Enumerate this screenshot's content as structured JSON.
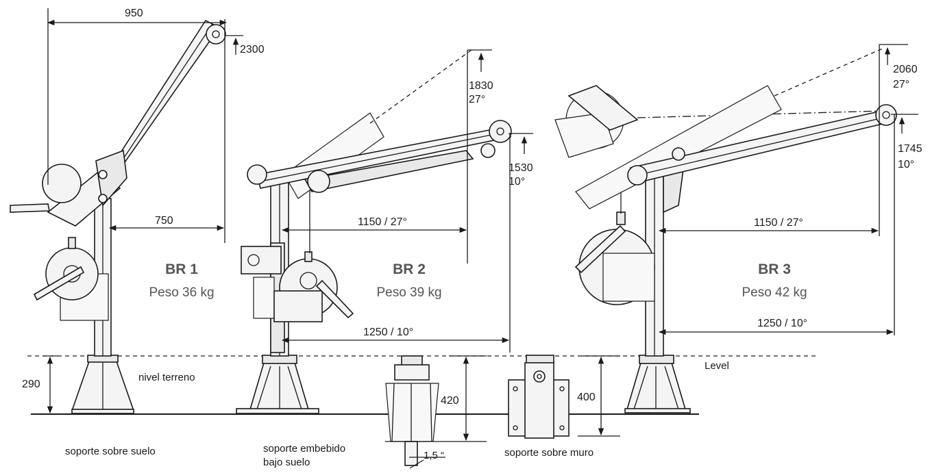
{
  "cranes": [
    {
      "model": "BR 1",
      "weight": "Peso 36 kg"
    },
    {
      "model": "BR 2",
      "weight": "Peso 39 kg"
    },
    {
      "model": "BR 3",
      "weight": "Peso 42 kg"
    }
  ],
  "dimensions": {
    "br1_top_reach": "950",
    "br1_height": "2300",
    "br1_reach": "750",
    "base_height": "290",
    "br2_height_27": [
      "1830",
      "27°"
    ],
    "br2_height_10": [
      "1530",
      "10°"
    ],
    "br2_reach_27": "1150 / 27°",
    "br2_reach_10": "1250 / 10°",
    "br3_height_27": [
      "2060",
      "27°"
    ],
    "br3_height_10": [
      "1745",
      "10°"
    ],
    "br3_reach_27": "1150 / 27°",
    "br3_reach_10": "1250 / 10°",
    "embedded_depth": "420",
    "wall_height": "400",
    "tube_size": "1,5 “"
  },
  "labels": {
    "ground_level": "nivel terreno",
    "level": "Level",
    "floor_mount": "soporte sobre suelo",
    "embedded_mount": [
      "soporte embebido",
      "bajo suelo"
    ],
    "wall_mount": "soporte sobre muro"
  }
}
